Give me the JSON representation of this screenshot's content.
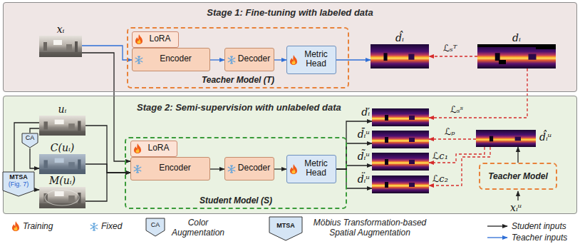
{
  "diagram": {
    "nodes": [
      {
        "text": [
          "Stage 1: Fine-tuning with labeled data"
        ]
      },
      {
        "text": [
          "xᵢ"
        ],
        "in": 0
      },
      {
        "text": [
          "Teacher Model (T)"
        ],
        "in": 0
      },
      {
        "text": [
          "LoRA"
        ],
        "in": 2
      },
      {
        "text": [
          "Encoder"
        ],
        "in": 2
      },
      {
        "text": [
          "Decoder"
        ],
        "in": 2
      },
      {
        "text": [
          "Metric Head"
        ],
        "in": 2
      },
      {
        "text": [
          "d̂ᵢ"
        ],
        "in": 0
      },
      {
        "text": [
          "dᵢ"
        ],
        "in": 0
      },
      {
        "text": [
          "Stage 2: Semi-supervision with unlabeled data"
        ]
      },
      {
        "text": [
          "uᵢ"
        ],
        "in": 9
      },
      {
        "text": [
          "CA"
        ],
        "in": 9
      },
      {
        "text": [
          "C(uᵢ)"
        ],
        "in": 9
      },
      {
        "text": [
          "MTSA",
          "(Fig. 7)"
        ],
        "in": 9
      },
      {
        "text": [
          "M(uᵢ)"
        ],
        "in": 9
      },
      {
        "text": [
          "Student Model (S)"
        ],
        "in": 9
      },
      {
        "text": [
          "LoRA"
        ],
        "in": 15
      },
      {
        "text": [
          "Encoder"
        ],
        "in": 15
      },
      {
        "text": [
          "Decoder"
        ],
        "in": 15
      },
      {
        "text": [
          "Metric Head"
        ],
        "in": 15
      },
      {
        "text": [
          "ďᵢ"
        ],
        "in": 9
      },
      {
        "text": [
          "d̄ᵢᵘ"
        ],
        "in": 9
      },
      {
        "text": [
          "d̃ᵢᵘ"
        ],
        "in": 9
      },
      {
        "text": [
          "d̈ᵢᵘ"
        ],
        "in": 9
      },
      {
        "text": [
          "d̂ᵢᵘ"
        ],
        "in": 9
      },
      {
        "text": [
          "Teacher Model"
        ],
        "in": 9
      }
    ],
    "edges": [
      {
        "from": 1,
        "to": 4,
        "arrow": "to"
      },
      {
        "from": 4,
        "to": 5,
        "arrow": "to"
      },
      {
        "from": 5,
        "to": 6,
        "arrow": "to"
      },
      {
        "from": 6,
        "to": 7,
        "arrow": "to"
      },
      {
        "from": 8,
        "to": 7,
        "arrow": "to",
        "label": "ℒₛᵀ"
      },
      {
        "from": 1,
        "to": 17,
        "arrow": "to"
      },
      {
        "from": 10,
        "to": 17,
        "arrow": "to"
      },
      {
        "from": 10,
        "to": 11,
        "arrow": "none"
      },
      {
        "from": 11,
        "to": 12,
        "arrow": "to"
      },
      {
        "from": 10,
        "to": 13,
        "arrow": "none"
      },
      {
        "from": 12,
        "to": 17,
        "arrow": "to"
      },
      {
        "from": 14,
        "to": 17,
        "arrow": "to"
      },
      {
        "from": 13,
        "to": 14,
        "arrow": "to"
      },
      {
        "from": 17,
        "to": 18,
        "arrow": "to"
      },
      {
        "from": 18,
        "to": 19,
        "arrow": "to"
      },
      {
        "from": 19,
        "to": 20,
        "arrow": "to"
      },
      {
        "from": 19,
        "to": 21,
        "arrow": "to"
      },
      {
        "from": 19,
        "to": 22,
        "arrow": "to"
      },
      {
        "from": 19,
        "to": 23,
        "arrow": "to"
      },
      {
        "from": 8,
        "to": 20,
        "arrow": "to",
        "label": "ℒₛˢ"
      },
      {
        "from": 24,
        "to": 21,
        "arrow": "to",
        "label": "ℒₚ"
      },
      {
        "from": 24,
        "to": 22,
        "arrow": "to",
        "label": "ℒc₁"
      },
      {
        "from": 24,
        "to": 23,
        "arrow": "to",
        "label": "ℒc₂"
      },
      {
        "from": 25,
        "to": 24,
        "arrow": "to"
      }
    ],
    "labels": [
      "xᵢᵘ",
      "CA",
      "MTSA"
    ],
    "legend": [
      {
        "text": "Training"
      },
      {
        "text": "Fixed"
      },
      {
        "text": "Color Augmentation"
      },
      {
        "text": "Möbius Transformation-based Spatial Augmentation"
      },
      {
        "text": "Student inputs"
      },
      {
        "text": "Teacher inputs"
      }
    ]
  }
}
